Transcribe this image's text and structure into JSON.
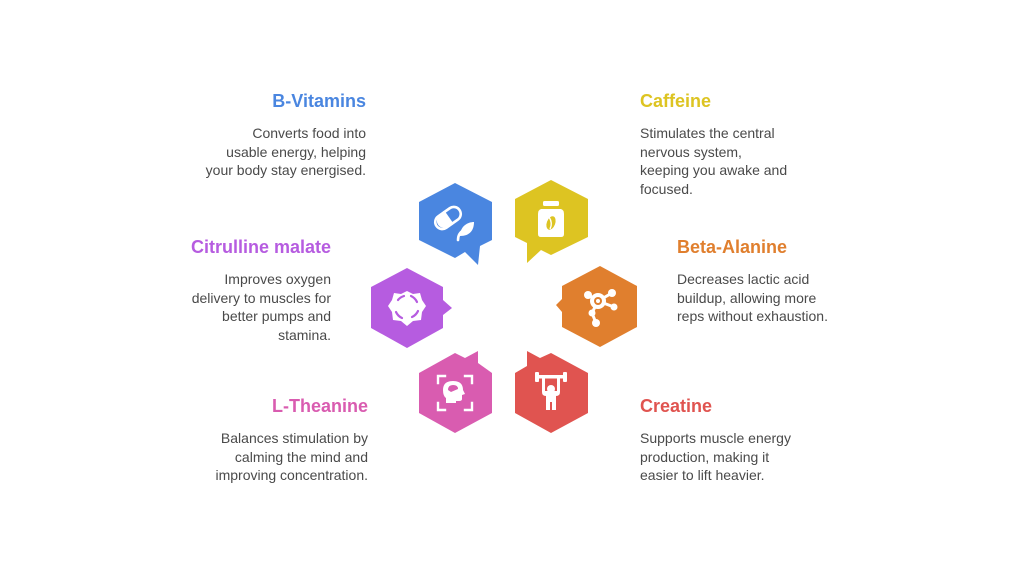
{
  "diagram": {
    "type": "hexagon-cluster-infographic",
    "items": [
      {
        "id": "b-vitamins",
        "title": "B-Vitamins",
        "description_lines": [
          "Converts food into",
          "usable energy, helping",
          "your body stay energised."
        ],
        "color": "#4A86E0",
        "icon": "pill-leaf-icon",
        "side": "left"
      },
      {
        "id": "caffeine",
        "title": "Caffeine",
        "description_lines": [
          "Stimulates the central",
          "nervous system,",
          "keeping you awake and",
          "focused."
        ],
        "color": "#DDC422",
        "icon": "coffee-jar-icon",
        "side": "right"
      },
      {
        "id": "citrulline-malate",
        "title": "Citrulline malate",
        "description_lines": [
          "Improves oxygen",
          "delivery to muscles for",
          "better pumps and",
          "stamina."
        ],
        "color": "#B65CE0",
        "icon": "cell-icon",
        "side": "left"
      },
      {
        "id": "beta-alanine",
        "title": "Beta-Alanine",
        "description_lines": [
          "Decreases lactic acid",
          "buildup, allowing more",
          "reps without exhaustion."
        ],
        "color": "#E07F2E",
        "icon": "molecule-icon",
        "side": "right"
      },
      {
        "id": "l-theanine",
        "title": "L-Theanine",
        "description_lines": [
          "Balances stimulation by",
          "calming the mind and",
          "improving concentration."
        ],
        "color": "#D95CB0",
        "icon": "mind-focus-icon",
        "side": "left"
      },
      {
        "id": "creatine",
        "title": "Creatine",
        "description_lines": [
          "Supports muscle energy",
          "production, making it",
          "easier to lift heavier."
        ],
        "color": "#E05450",
        "icon": "weightlifter-icon",
        "side": "right"
      }
    ]
  }
}
